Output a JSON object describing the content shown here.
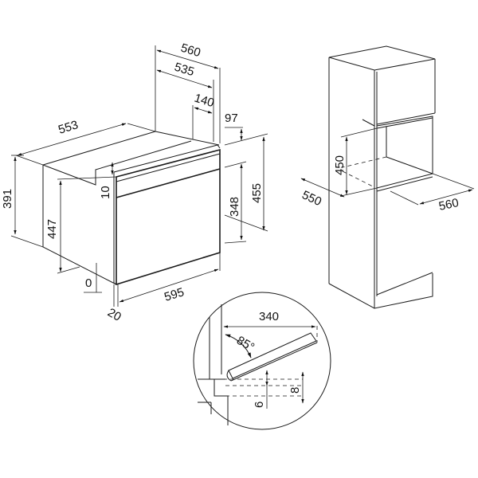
{
  "oven": {
    "depth_total": "553",
    "height_body": "391",
    "height_front": "447",
    "gap_top": "10",
    "gap_bottom": "0",
    "front_thickness": "20",
    "width_front": "595",
    "width_560": "560",
    "width_535": "535",
    "depth_140": "140",
    "offset_97": "97",
    "height_455": "455",
    "height_348": "348"
  },
  "cabinet": {
    "niche_height": "450",
    "niche_depth": "550",
    "niche_width": "560"
  },
  "detail": {
    "door_reach": "340",
    "door_angle": "85°",
    "clearance_6": "6",
    "clearance_8": "8"
  }
}
